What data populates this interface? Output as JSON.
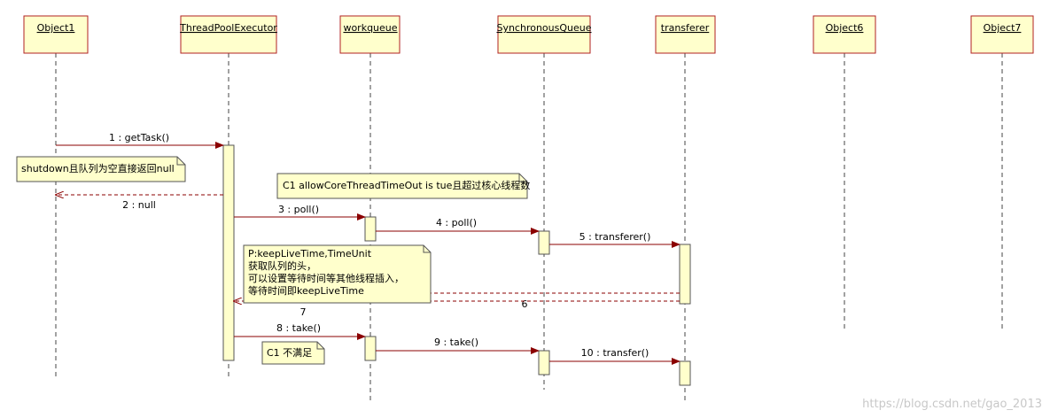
{
  "colors": {
    "box_fill": "#ffffcc",
    "box_stroke": "#b22222",
    "activation_fill": "#ffffcc",
    "activation_stroke": "#555555",
    "note_fill": "#ffffcc",
    "note_stroke": "#555555",
    "lifeline": "#444444",
    "message": "#8b0000",
    "watermark": "#c8c8c8"
  },
  "lifelines": [
    {
      "id": "object1",
      "label": "Object1"
    },
    {
      "id": "threadpoolexecutor",
      "label": "ThreadPoolExecutor"
    },
    {
      "id": "workqueue",
      "label": "workqueue"
    },
    {
      "id": "synchronousqueue",
      "label": "SynchronousQueue"
    },
    {
      "id": "transferer",
      "label": "transferer"
    },
    {
      "id": "object6",
      "label": "Object6"
    },
    {
      "id": "object7",
      "label": "Object7"
    }
  ],
  "messages": [
    {
      "id": "m1",
      "label": "1 : getTask()",
      "from": "Object1",
      "to": "ThreadPoolExecutor",
      "kind": "call"
    },
    {
      "id": "m2",
      "label": "2 : null",
      "from": "ThreadPoolExecutor",
      "to": "Object1",
      "kind": "return"
    },
    {
      "id": "m3",
      "label": "3 : poll()",
      "from": "ThreadPoolExecutor",
      "to": "workqueue",
      "kind": "call"
    },
    {
      "id": "m4",
      "label": "4 : poll()",
      "from": "workqueue",
      "to": "SynchronousQueue",
      "kind": "call"
    },
    {
      "id": "m5",
      "label": "5 : transferer()",
      "from": "SynchronousQueue",
      "to": "transferer",
      "kind": "call"
    },
    {
      "id": "m6",
      "label": "6",
      "from": "transferer",
      "to": "ThreadPoolExecutor",
      "kind": "return"
    },
    {
      "id": "m7",
      "label": "7",
      "from": "transferer",
      "to": "ThreadPoolExecutor",
      "kind": "return"
    },
    {
      "id": "m8",
      "label": "8 : take()",
      "from": "ThreadPoolExecutor",
      "to": "workqueue",
      "kind": "call"
    },
    {
      "id": "m9",
      "label": "9 : take()",
      "from": "workqueue",
      "to": "SynchronousQueue",
      "kind": "call"
    },
    {
      "id": "m10",
      "label": "10 : transfer()",
      "from": "SynchronousQueue",
      "to": "transferer",
      "kind": "call"
    }
  ],
  "notes": [
    {
      "id": "note-shutdown",
      "lines": [
        "shutdown且队列为空直接返回null"
      ]
    },
    {
      "id": "note-c1-allow",
      "lines": [
        "C1 allowCoreThreadTimeOut is tue且超过核心线程数"
      ]
    },
    {
      "id": "note-keepalive",
      "lines": [
        "P:keepLiveTime,TimeUnit",
        "获取队列的头，",
        "可以设置等待时间等其他线程插入，",
        "等待时间即keepLiveTime"
      ]
    },
    {
      "id": "note-c1-not",
      "lines": [
        "C1 不满足"
      ]
    }
  ],
  "watermark": "https://blog.csdn.net/gao_2013"
}
